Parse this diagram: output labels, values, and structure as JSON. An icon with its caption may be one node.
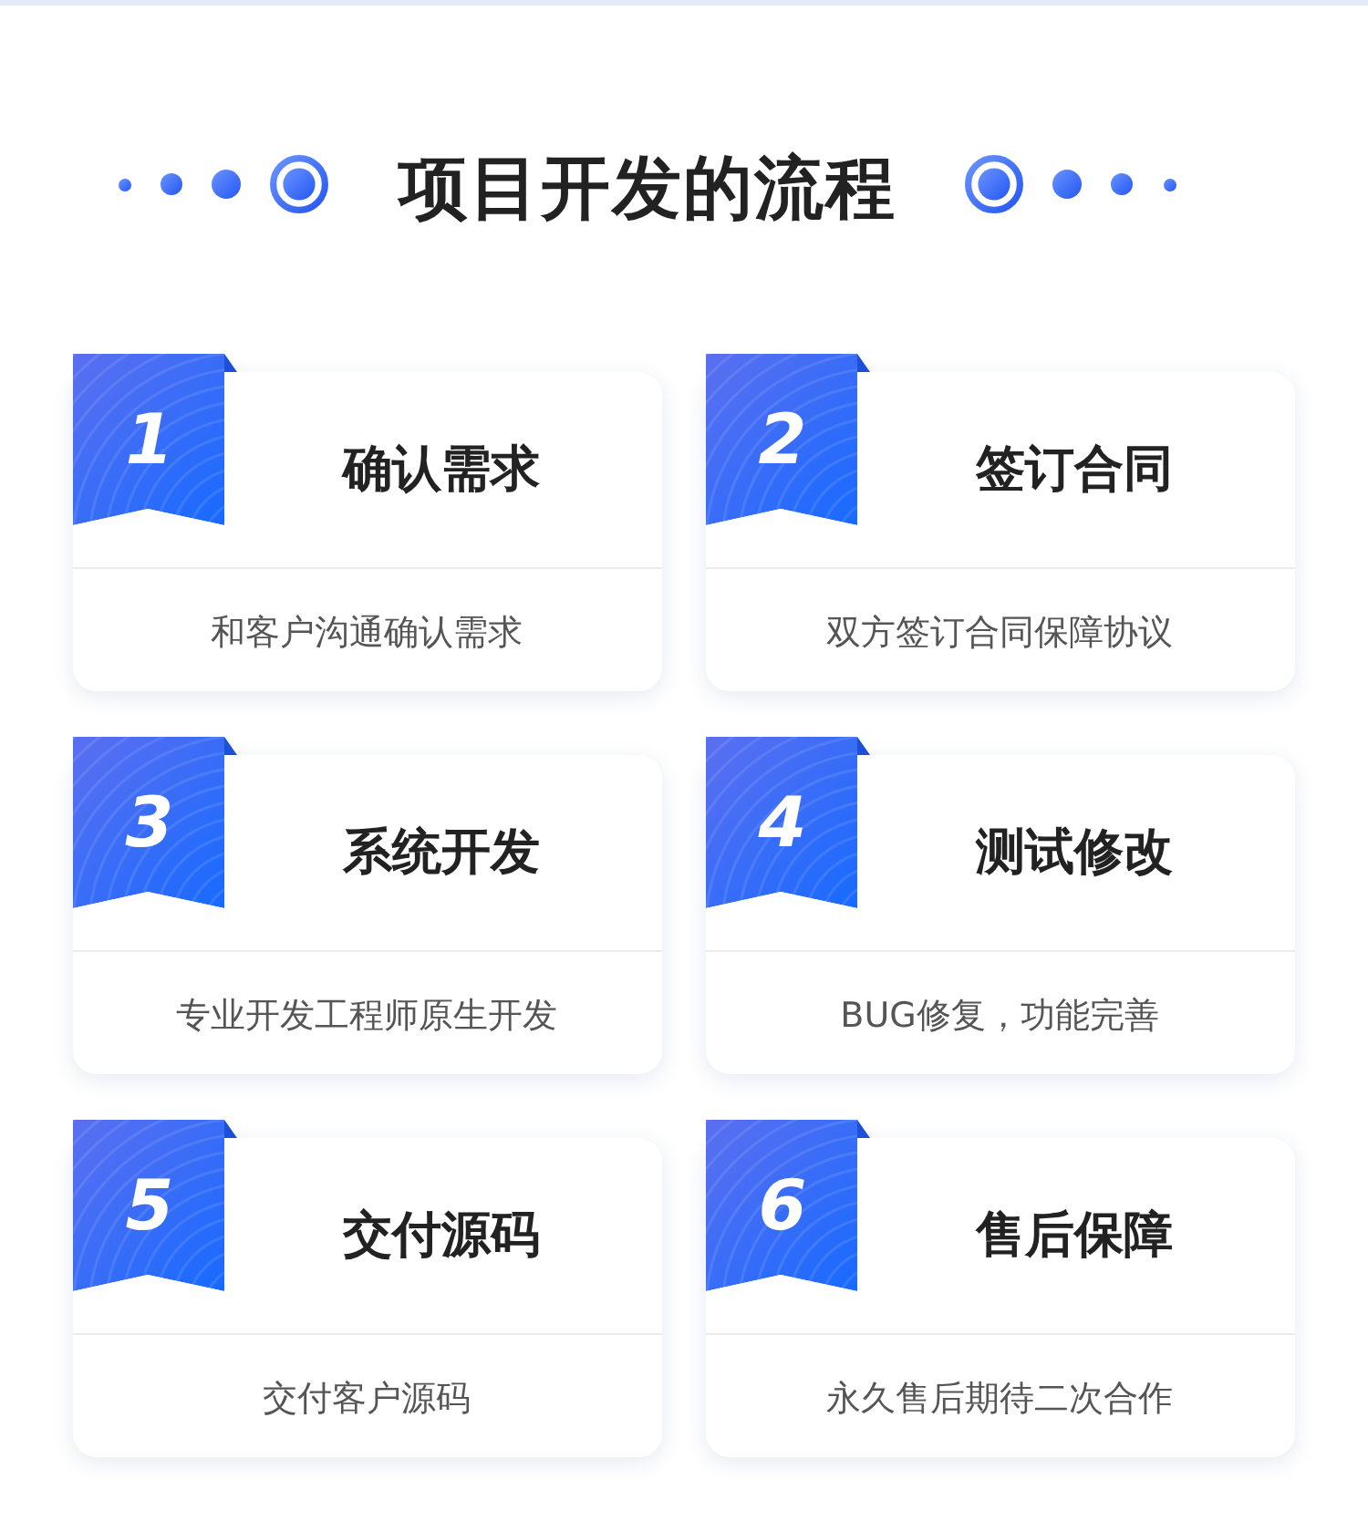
{
  "diagram": {
    "title": "项目开发的流程",
    "nodes": [
      {
        "text": [
          "1",
          "确认需求",
          "和客户沟通确认需求"
        ]
      },
      {
        "text": [
          "2",
          "签订合同",
          "双方签订合同保障协议"
        ]
      },
      {
        "text": [
          "3",
          "系统开发",
          "专业开发工程师原生开发"
        ]
      },
      {
        "text": [
          "4",
          "测试修改",
          "BUG修复，功能完善"
        ]
      },
      {
        "text": [
          "5",
          "交付源码",
          "交付客户源码"
        ]
      },
      {
        "text": [
          "6",
          "售后保障",
          "永久售后期待二次合作"
        ]
      }
    ]
  }
}
